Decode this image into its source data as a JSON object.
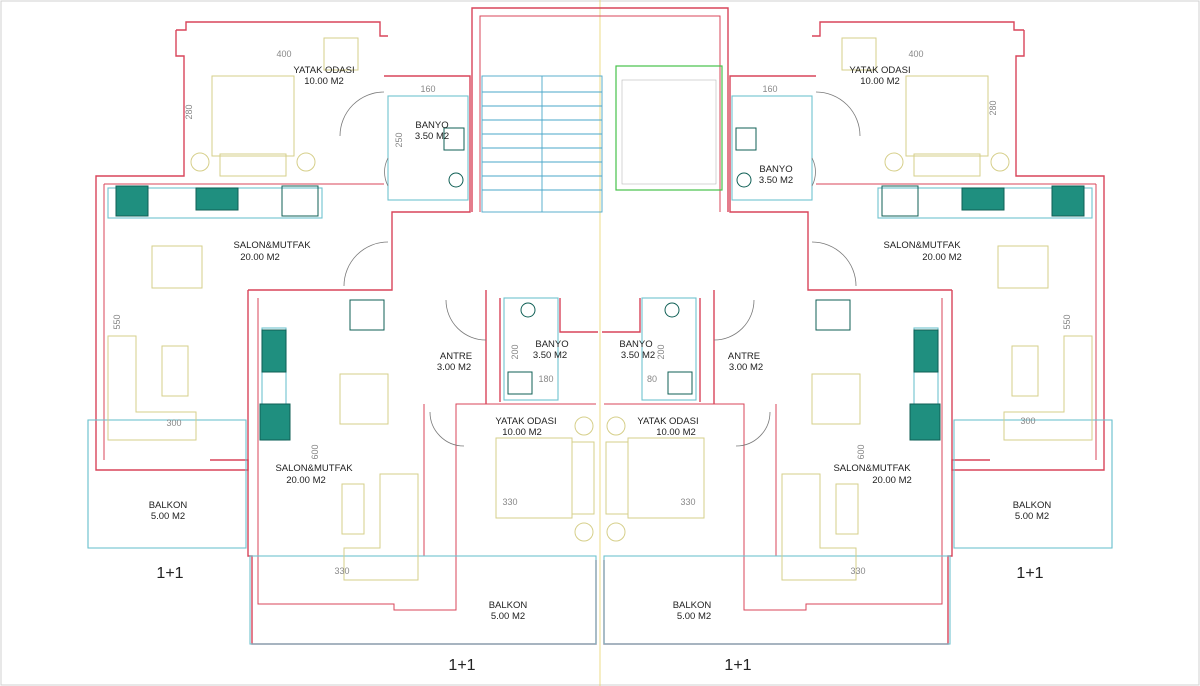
{
  "units": {
    "top_left": {
      "bedroom": {
        "name": "YATAK ODASI",
        "area": "10.00 M2",
        "dim_w": "400",
        "dim_h": "280"
      },
      "bathroom": {
        "name": "BANYO",
        "area": "3.50 M2",
        "dim_w": "160",
        "dim_h": "250"
      },
      "living": {
        "name": "SALON&MUTFAK",
        "area": "20.00 M2",
        "dim_h": "550",
        "dim_w": "300"
      },
      "balcony": {
        "name": "BALKON",
        "area": "5.00 M2"
      },
      "type": "1+1"
    },
    "top_right": {
      "bedroom": {
        "name": "YATAK ODASI",
        "area": "10.00 M2",
        "dim_w": "400",
        "dim_h": "280"
      },
      "bathroom": {
        "name": "BANYO",
        "area": "3.50 M2",
        "dim_w": "160"
      },
      "living": {
        "name": "SALON&MUTFAK",
        "area": "20.00 M2",
        "dim_h": "550",
        "dim_w": "300"
      },
      "balcony": {
        "name": "BALKON",
        "area": "5.00 M2"
      },
      "type": "1+1"
    },
    "bottom_left": {
      "entrance": {
        "name": "ANTRE",
        "area": "3.00 M2"
      },
      "bathroom": {
        "name": "BANYO",
        "area": "3.50 M2",
        "dim_h": "200",
        "dim_w": "180"
      },
      "bedroom": {
        "name": "YATAK ODASI",
        "area": "10.00 M2",
        "dim_w": "330"
      },
      "living": {
        "name": "SALON&MUTFAK",
        "area": "20.00 M2",
        "dim_h": "600",
        "dim_w": "330"
      },
      "balcony": {
        "name": "BALKON",
        "area": "5.00 M2"
      },
      "type": "1+1"
    },
    "bottom_right": {
      "entrance": {
        "name": "ANTRE",
        "area": "3.00 M2"
      },
      "bathroom": {
        "name": "BANYO",
        "area": "3.50 M2",
        "dim_h": "200",
        "dim_w": "80"
      },
      "bedroom": {
        "name": "YATAK ODASI",
        "area": "10.00 M2",
        "dim_w": "330"
      },
      "living": {
        "name": "SALON&MUTFAK",
        "area": "20.00 M2",
        "dim_h": "600",
        "dim_w": "330"
      },
      "balcony": {
        "name": "BALKON",
        "area": "5.00 M2"
      },
      "type": "1+1"
    }
  },
  "colors": {
    "walls": "#d9455a",
    "windows": "#6fc3cf",
    "furniture": "#d6cf8a",
    "kitchen_fixtures": "#1f8f7f",
    "stair": "#4aa7c9",
    "shaft": "#45c24a"
  }
}
